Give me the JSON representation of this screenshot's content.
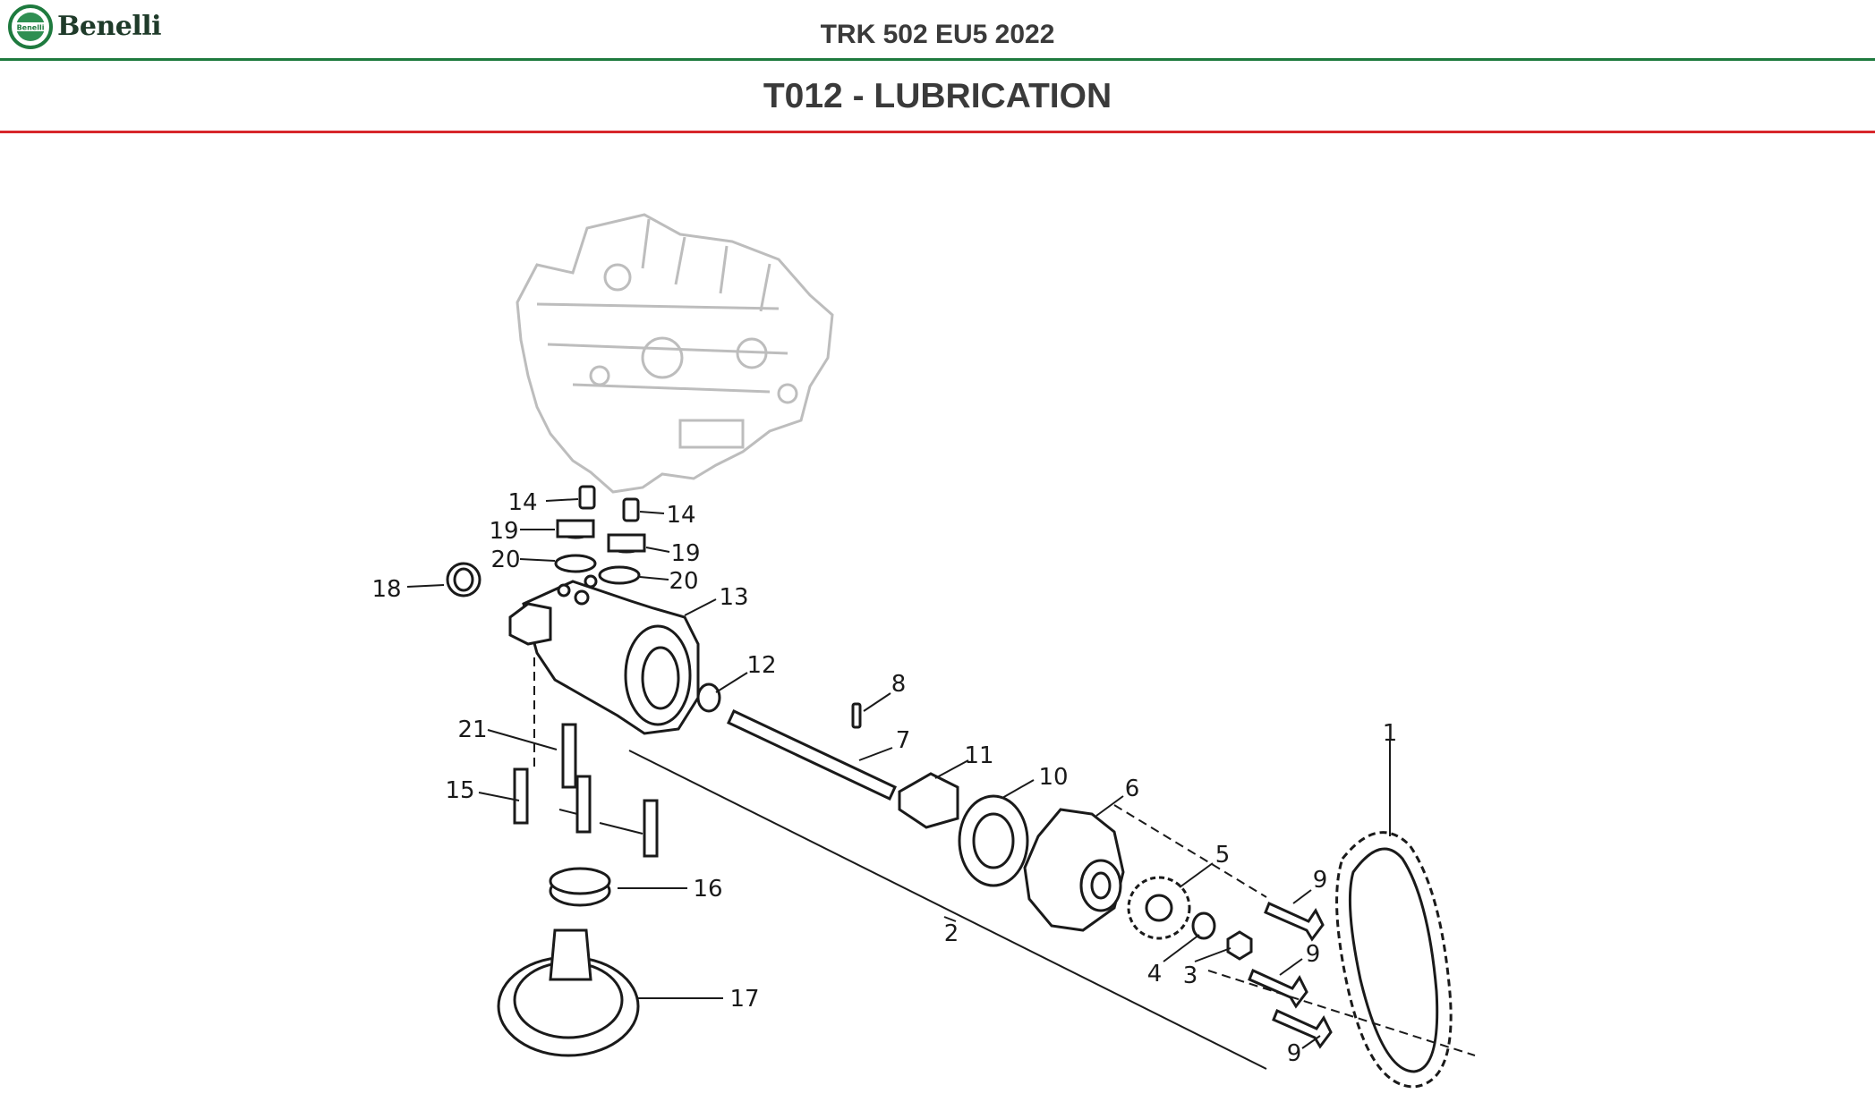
{
  "header": {
    "brand": "Benelli",
    "model": "TRK 502 EU5 2022",
    "section": "T012 - LUBRICATION",
    "colors": {
      "brand_green": "#1e7a3e",
      "accent_red": "#d7262b"
    }
  },
  "diagram": {
    "callouts": [
      "1",
      "2",
      "3",
      "4",
      "5",
      "6",
      "7",
      "8",
      "9",
      "9",
      "9",
      "10",
      "11",
      "12",
      "13",
      "14",
      "14",
      "15",
      "16",
      "17",
      "18",
      "19",
      "19",
      "20",
      "20",
      "21"
    ]
  }
}
